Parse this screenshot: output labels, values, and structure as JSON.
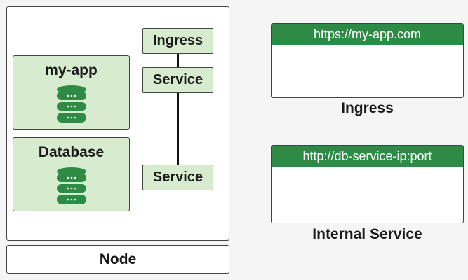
{
  "node": {
    "label": "Node"
  },
  "pods": [
    {
      "title": "my-app",
      "icon": "database-icon"
    },
    {
      "title": "Database",
      "icon": "database-icon"
    }
  ],
  "components": {
    "ingress": "Ingress",
    "service_top": "Service",
    "service_bottom": "Service"
  },
  "browsers": [
    {
      "url": "https://my-app.com",
      "caption": "Ingress"
    },
    {
      "url": "http://db-service-ip:port",
      "caption": "Internal Service"
    }
  ],
  "colors": {
    "component_fill": "#d7eccf",
    "icon_green": "#2e8b45",
    "url_bar": "#2e8b45"
  }
}
